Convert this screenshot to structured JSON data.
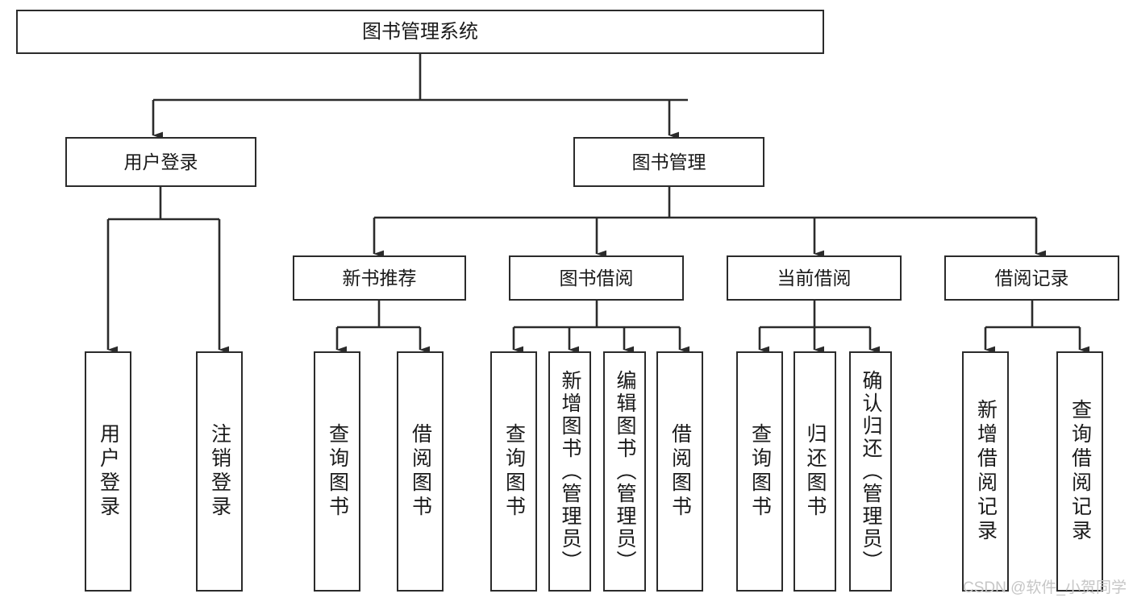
{
  "diagram": {
    "type": "hierarchy-tree",
    "title": "图书管理系统",
    "watermark": "CSDN @软件_小贺同学",
    "colors": {
      "node_border": "#2b2b2b",
      "node_fill": "#ffffff",
      "edge": "#2b2b2b",
      "text": "#1a1a1a",
      "watermark": "#c6c6c6",
      "background": "#ffffff"
    },
    "root": {
      "label": "图书管理系统"
    },
    "level2": [
      {
        "label": "用户登录"
      },
      {
        "label": "图书管理"
      }
    ],
    "level3": [
      {
        "label": "新书推荐"
      },
      {
        "label": "图书借阅"
      },
      {
        "label": "当前借阅"
      },
      {
        "label": "借阅记录"
      }
    ],
    "leaves": {
      "user_login": [
        {
          "label": "用户登录"
        },
        {
          "label": "注销登录"
        }
      ],
      "new_book_recommend": [
        {
          "label": "查询图书"
        },
        {
          "label": "借阅图书"
        }
      ],
      "book_borrow": [
        {
          "label": "查询图书"
        },
        {
          "label": "新增图书（管理员）"
        },
        {
          "label": "编辑图书（管理员）"
        },
        {
          "label": "借阅图书"
        }
      ],
      "current_borrow": [
        {
          "label": "查询图书"
        },
        {
          "label": "归还图书"
        },
        {
          "label": "确认归还（管理员）"
        }
      ],
      "borrow_record": [
        {
          "label": "新增借阅记录"
        },
        {
          "label": "查询借阅记录"
        }
      ]
    }
  }
}
